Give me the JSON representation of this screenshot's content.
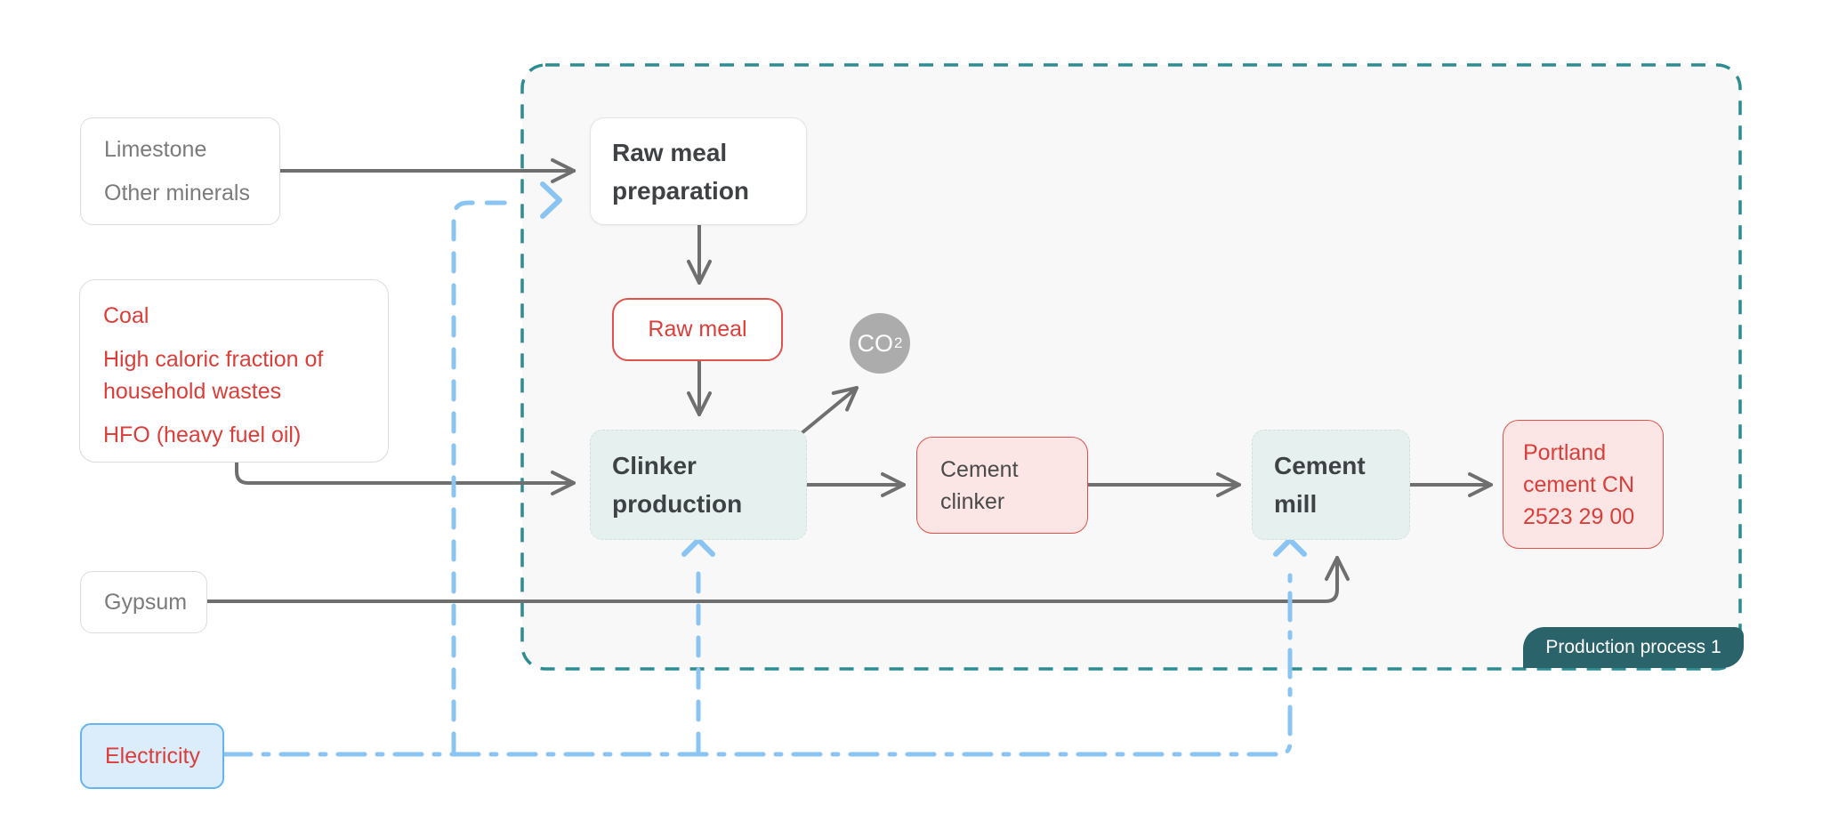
{
  "inputs": {
    "limestone": {
      "lines": [
        "Limestone",
        "Other minerals"
      ]
    },
    "fuels": {
      "lines": [
        "Coal",
        "High  caloric fraction of household wastes",
        "HFO (heavy fuel oil)"
      ]
    },
    "gypsum": {
      "label": "Gypsum"
    },
    "electricity": {
      "label": "Electricity"
    }
  },
  "process": {
    "badge": "Production process 1",
    "nodes": {
      "raw_meal_preparation": "Raw meal preparation",
      "raw_meal": "Raw meal",
      "clinker_production": "Clinker production",
      "cement_clinker": "Cement clinker",
      "cement_mill": "Cement mill",
      "portland_cement": "Portland cement CN 2523 29 00"
    },
    "emission": {
      "formula": "CO",
      "subscript": "2"
    }
  },
  "colors": {
    "red_text": "#DB3E39",
    "red_border": "#E2524C",
    "gray_text": "#7B7B7B",
    "dark_text": "#3F4245",
    "arrow_gray": "#6F6F6F",
    "mint_fill": "#E6F1EF",
    "pink_fill": "#FBE5E5",
    "blue_line": "#8AC4F2",
    "electricity_fill": "#DBECFB",
    "electricity_border": "#63B4F1",
    "teal_dash": "#2D8C92",
    "badge_fill": "#2B636B",
    "container_fill": "#F8F8F8",
    "co2_fill": "#ACACAC"
  }
}
